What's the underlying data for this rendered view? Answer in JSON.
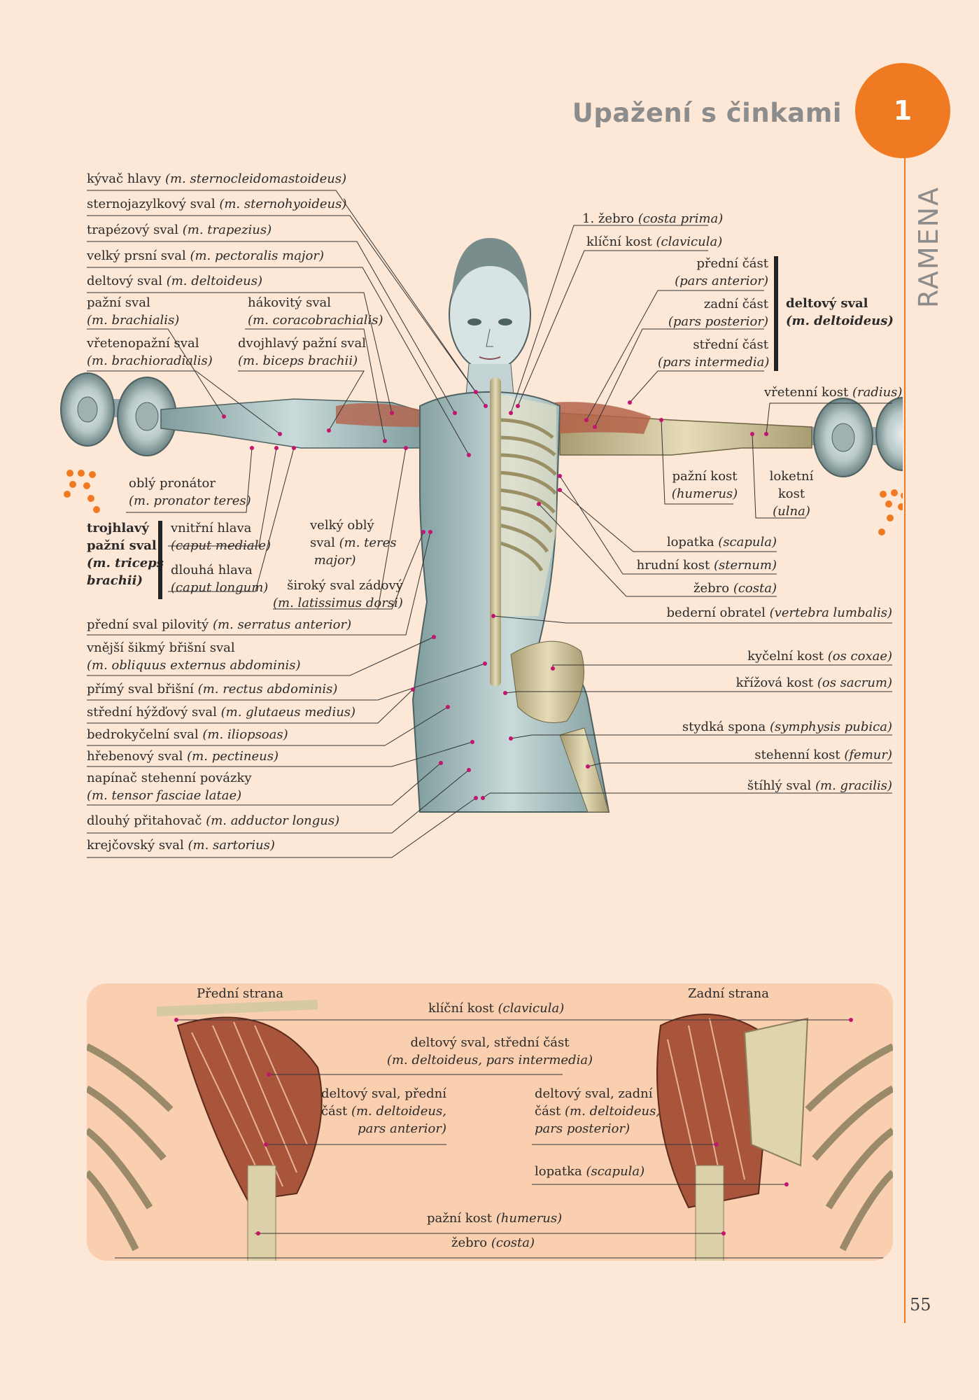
{
  "header": {
    "title": "Upažení s činkami",
    "chapter_number": "1",
    "section": "RAMENA"
  },
  "page_number": "55",
  "colors": {
    "accent": "#f07a22",
    "background": "#fde7d6",
    "bone": "#d7c9a2",
    "muscle": "#a6bdbd",
    "muscle_red": "#b5634a",
    "pointer": "#c4146f"
  },
  "labels_left": {
    "l1": {
      "main": "kývač hlavy",
      "latin": "(m. sternocleidomastoideus)"
    },
    "l2": {
      "main": "sternojazylkový sval",
      "latin": "(m. sternohyoideus)"
    },
    "l3": {
      "main": "trapézový sval",
      "latin": "(m. trapezius)"
    },
    "l4": {
      "main": "velký prsní sval",
      "latin": "(m. pectoralis major)"
    },
    "l5": {
      "main": "deltový sval",
      "latin": "(m. deltoideus)"
    },
    "l6": {
      "main": "pažní sval",
      "latin": "(m. brachialis)"
    },
    "l7": {
      "main": "hákovitý sval",
      "latin": "(m. coracobrachialis)"
    },
    "l8": {
      "main": "vřetenopažní sval",
      "latin": "(m. brachioradialis)"
    },
    "l9": {
      "main": "dvojhlavý pažní sval",
      "latin": "(m. biceps brachii)"
    },
    "l10": {
      "main": "oblý pronátor",
      "latin": "(m. pronator teres)"
    },
    "triceps": {
      "line1": "trojhlavý",
      "line2": "pažní sval",
      "line3": "(m. triceps",
      "line4": "brachii)"
    },
    "l11": {
      "main": "vnitřní hlava",
      "latin": "(caput mediale)"
    },
    "l12": {
      "main": "dlouhá hlava",
      "latin": "(caput longum)"
    },
    "l13": {
      "line1": "velký oblý",
      "line2a": "sval",
      "line2b": "(m. teres",
      "line3": "major)"
    },
    "l14": {
      "main": "široký sval zádový",
      "latin": "(m. latissimus dorsi)"
    },
    "l15": {
      "main": "přední sval pilovitý",
      "latin": "(m. serratus anterior)"
    },
    "l16": {
      "main": "vnější šikmý břišní sval",
      "latin": "(m. obliquus externus abdominis)"
    },
    "l17": {
      "main": "přímý sval břišní",
      "latin": "(m. rectus abdominis)"
    },
    "l18": {
      "main": "střední hýžďový sval",
      "latin": "(m. glutaeus medius)"
    },
    "l19": {
      "main": "bedrokyčelní sval",
      "latin": "(m. iliopsoas)"
    },
    "l20": {
      "main": "hřebenový sval",
      "latin": "(m. pectineus)"
    },
    "l21": {
      "main": "napínač stehenní povázky",
      "latin": "(m. tensor fasciae latae)"
    },
    "l22": {
      "main": "dlouhý přitahovač",
      "latin": "(m. adductor longus)"
    },
    "l23": {
      "main": "krejčovský sval",
      "latin": "(m. sartorius)"
    }
  },
  "labels_right": {
    "r1": {
      "main": "1. žebro",
      "latin": "(costa prima)"
    },
    "r2": {
      "main": "klíční kost",
      "latin": "(clavicula)"
    },
    "r3": {
      "main": "přední část",
      "latin": "(pars anterior)"
    },
    "r4": {
      "main": "zadní část",
      "latin": "(pars posterior)"
    },
    "r5": {
      "main": "střední část",
      "latin": "(pars intermedia)"
    },
    "deltoid": {
      "main": "deltový sval",
      "latin": "(m. deltoideus)"
    },
    "r6": {
      "main": "vřetenní kost",
      "latin": "(radius)"
    },
    "r7": {
      "main": "pažní kost",
      "latin": "(humerus)"
    },
    "r8": {
      "line1": "loketní",
      "line2": "kost",
      "latin": "(ulna)"
    },
    "r9": {
      "main": "lopatka",
      "latin": "(scapula)"
    },
    "r10": {
      "main": "hrudní kost",
      "latin": "(sternum)"
    },
    "r11": {
      "main": "žebro",
      "latin": "(costa)"
    },
    "r12": {
      "main": "bederní obratel",
      "latin": "(vertebra lumbalis)"
    },
    "r13": {
      "main": "kyčelní kost",
      "latin": "(os coxae)"
    },
    "r14": {
      "main": "křížová kost",
      "latin": "(os sacrum)"
    },
    "r15": {
      "main": "stydká spona",
      "latin": "(symphysis pubica)"
    },
    "r16": {
      "main": "stehenní kost",
      "latin": "(femur)"
    },
    "r17": {
      "main": "štíhlý sval",
      "latin": "(m. gracilis)"
    }
  },
  "bottom_panel": {
    "front_title": "Přední strana",
    "back_title": "Zadní strana",
    "b1": {
      "main": "klíční kost",
      "latin": "(clavicula)"
    },
    "b2": {
      "line1": "deltový sval, střední část",
      "latin": "(m. deltoideus, pars intermedia)"
    },
    "b3": {
      "line1": "deltový sval, přední",
      "line2a": "část",
      "line2b": "(m. deltoideus,",
      "line3": "pars anterior)"
    },
    "b4": {
      "line1": "deltový sval, zadní",
      "line2a": "část",
      "line2b": "(m. deltoideus,",
      "line3": "pars posterior)"
    },
    "b5": {
      "main": "lopatka",
      "latin": "(scapula)"
    },
    "b6": {
      "main": "pažní kost",
      "latin": "(humerus)"
    },
    "b7": {
      "main": "žebro",
      "latin": "(costa)"
    }
  }
}
